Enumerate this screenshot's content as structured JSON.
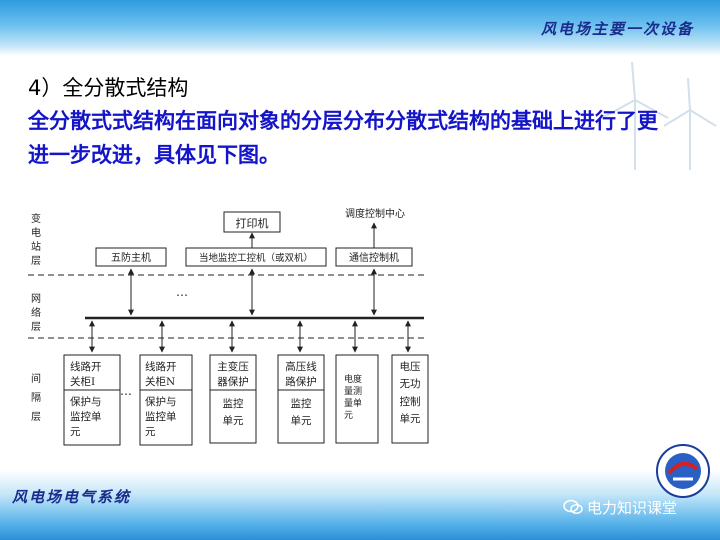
{
  "header": {
    "title": "风电场主要一次设备"
  },
  "footer": {
    "title": "风电场电气系统",
    "wechat": "电力知识课堂"
  },
  "content": {
    "heading": "4）全分散式结构",
    "paragraph": "全分散式式结构在面向对象的分层分布分散式结构的基础上进行了更进一步改进，具体见下图。"
  },
  "diagram": {
    "layers": {
      "station": [
        "变",
        "电",
        "站",
        "层"
      ],
      "network": [
        "网",
        "络",
        "层"
      ],
      "bay": [
        "间",
        "隔",
        "层"
      ]
    },
    "printer": "打印机",
    "dispatch": "调度控制中心",
    "station_boxes": {
      "wufang": "五防主机",
      "local": "当地监控工控机（或双机）",
      "comm": "通信控制机"
    },
    "ellipsis": "…",
    "bay_units": [
      [
        "线路开",
        "关柜Ⅰ",
        "保护与",
        "监控单",
        "元"
      ],
      [
        "线路开",
        "关柜N",
        "保护与",
        "监控单",
        "元"
      ],
      [
        "主变压",
        "器保护",
        "监控",
        "单元"
      ],
      [
        "高压线",
        "路保护",
        "监控",
        "单元"
      ],
      [
        "电度",
        "量测",
        "量单",
        "元"
      ],
      [
        "电压",
        "无功",
        "控制",
        "单元"
      ]
    ]
  }
}
